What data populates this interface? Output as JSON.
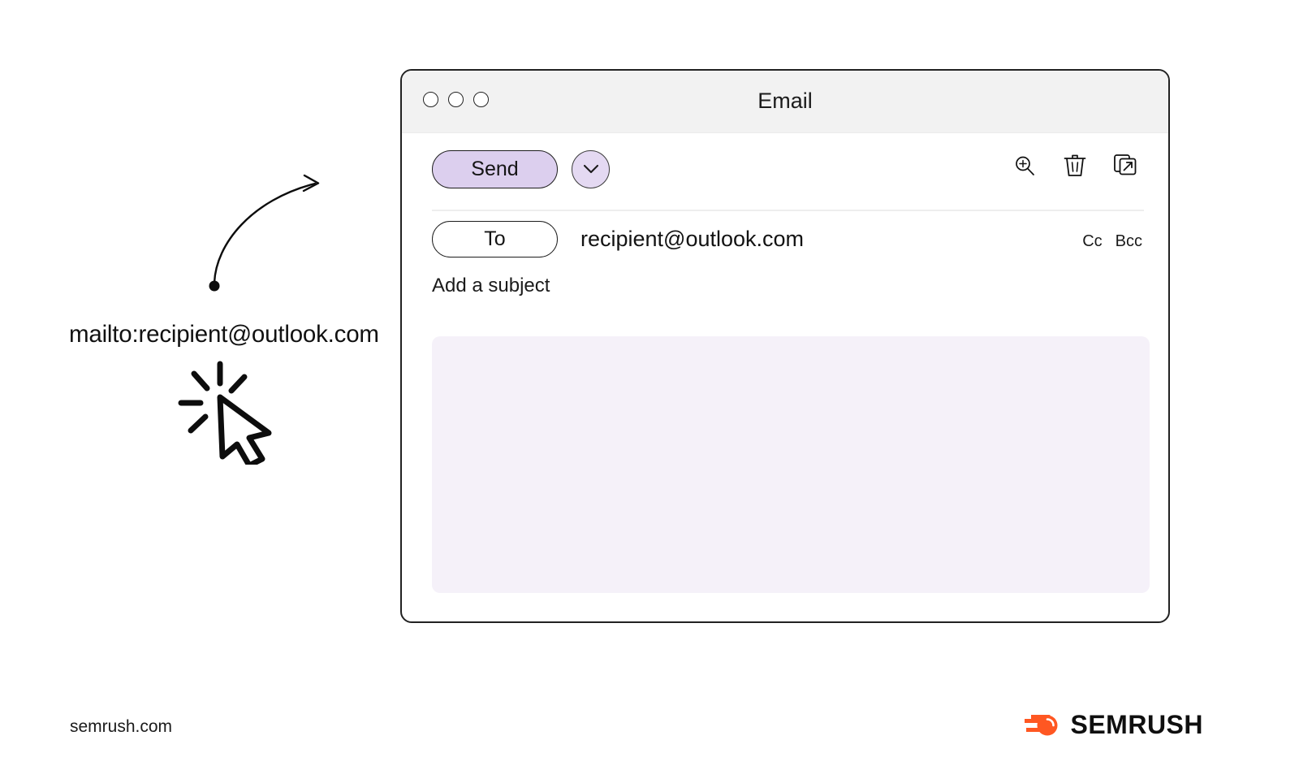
{
  "annotation": {
    "mailto_text": "mailto:recipient@outlook.com",
    "arrow_icon": "curved-arrow-icon",
    "cursor_icon": "click-cursor-icon"
  },
  "window": {
    "title": "Email",
    "traffic_lights": [
      "close",
      "minimize",
      "maximize"
    ],
    "toolbar": {
      "send_label": "Send",
      "send_dropdown_icon": "chevron-down-icon",
      "icons": [
        {
          "name": "zoom-in-icon",
          "label": "Zoom"
        },
        {
          "name": "trash-icon",
          "label": "Delete"
        },
        {
          "name": "pop-out-icon",
          "label": "Open in new window"
        }
      ]
    },
    "recipient": {
      "to_label": "To",
      "email": "recipient@outlook.com",
      "cc_label": "Cc",
      "bcc_label": "Bcc"
    },
    "subject_placeholder": "Add a subject",
    "body_text": ""
  },
  "footer": {
    "url": "semrush.com",
    "brand_name": "SEMRUSH",
    "brand_icon": "semrush-comet-icon"
  },
  "colors": {
    "send_button_fill": "#dccfee",
    "send_dropdown_fill": "#e4d9f2",
    "body_fill": "#f5f1f9",
    "titlebar_fill": "#f2f2f2",
    "brand_orange": "#ff5722",
    "ink": "#1a1a1a"
  }
}
